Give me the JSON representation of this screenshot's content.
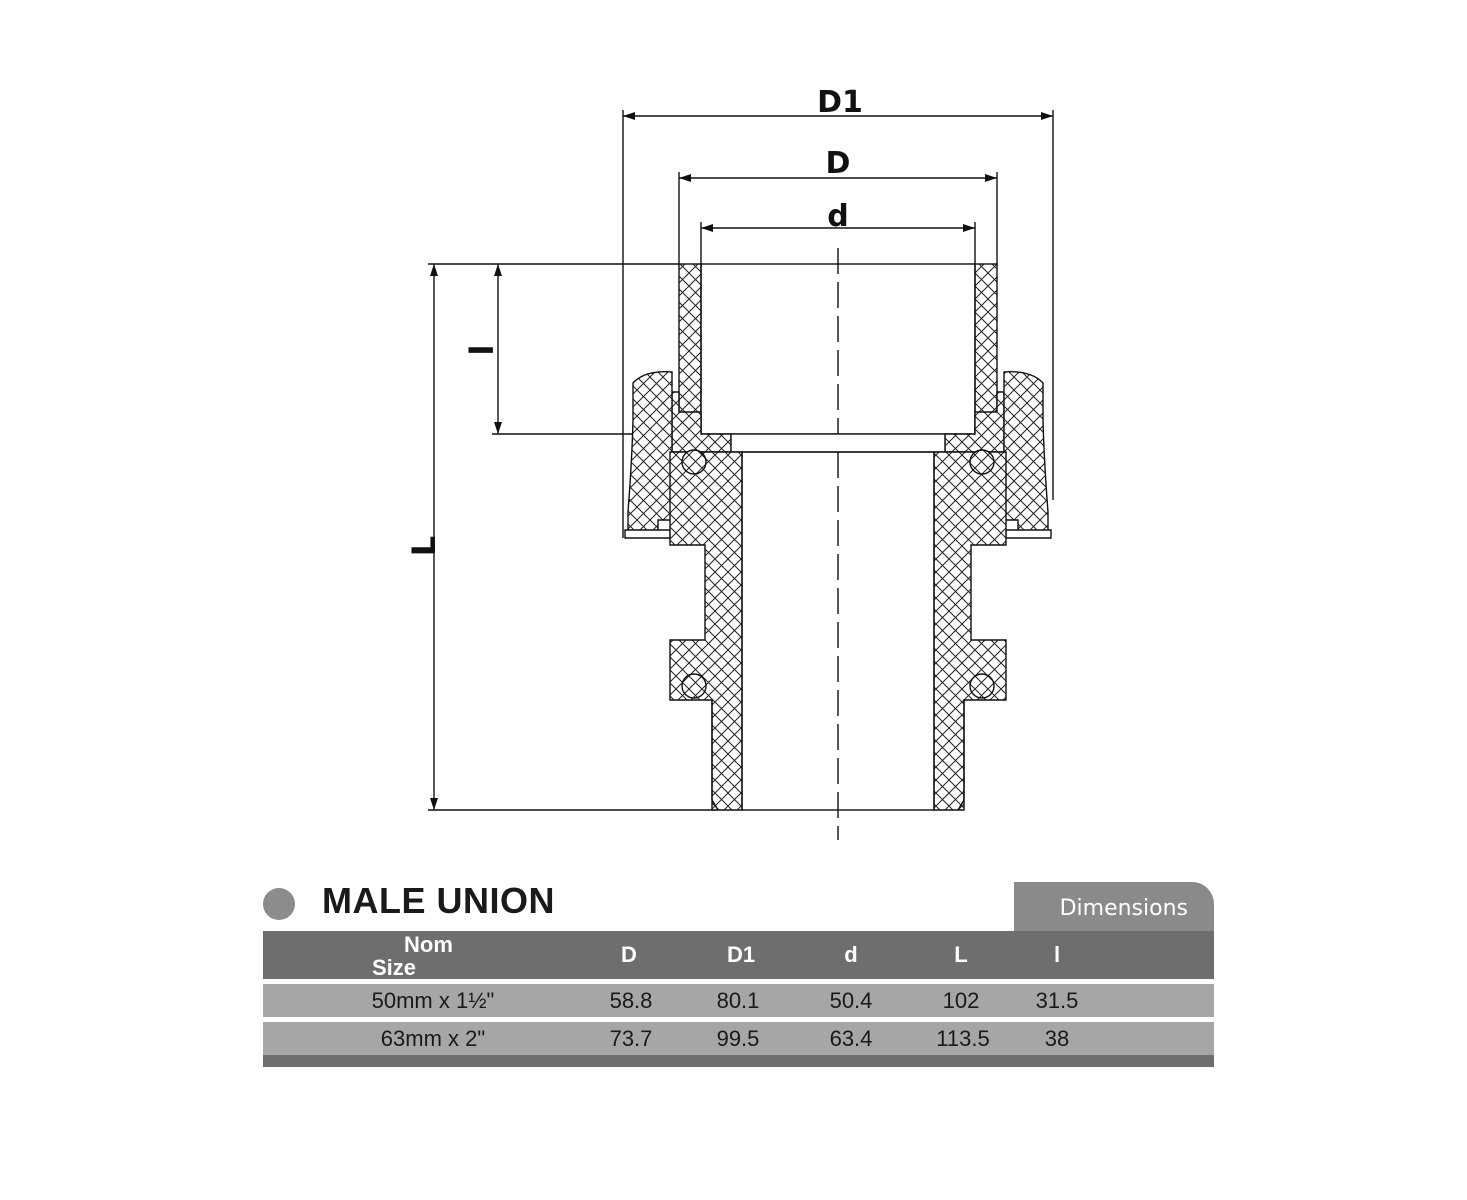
{
  "diagram": {
    "dimension_labels": {
      "D1": "D1",
      "D": "D",
      "d": "d",
      "L": "L",
      "l": "l"
    },
    "colors": {
      "line": "#111111",
      "hatch": "#222222"
    }
  },
  "product": {
    "title": "MALE UNION",
    "tab_label": "Dimensions"
  },
  "table": {
    "header": {
      "nom": "Nom",
      "size": "Size",
      "columns": [
        "D",
        "D1",
        "d",
        "L",
        "l"
      ]
    },
    "rows": [
      {
        "size": "50mm x 1½\"",
        "values": [
          "58.8",
          "80.1",
          "50.4",
          "102",
          "31.5"
        ]
      },
      {
        "size": "63mm x 2\"",
        "values": [
          "73.7",
          "99.5",
          "63.4",
          "113.5",
          "38"
        ]
      }
    ],
    "colors": {
      "header": "#6e6e6e",
      "row": "#a6a6a6",
      "tab": "#8a8a8a"
    }
  }
}
